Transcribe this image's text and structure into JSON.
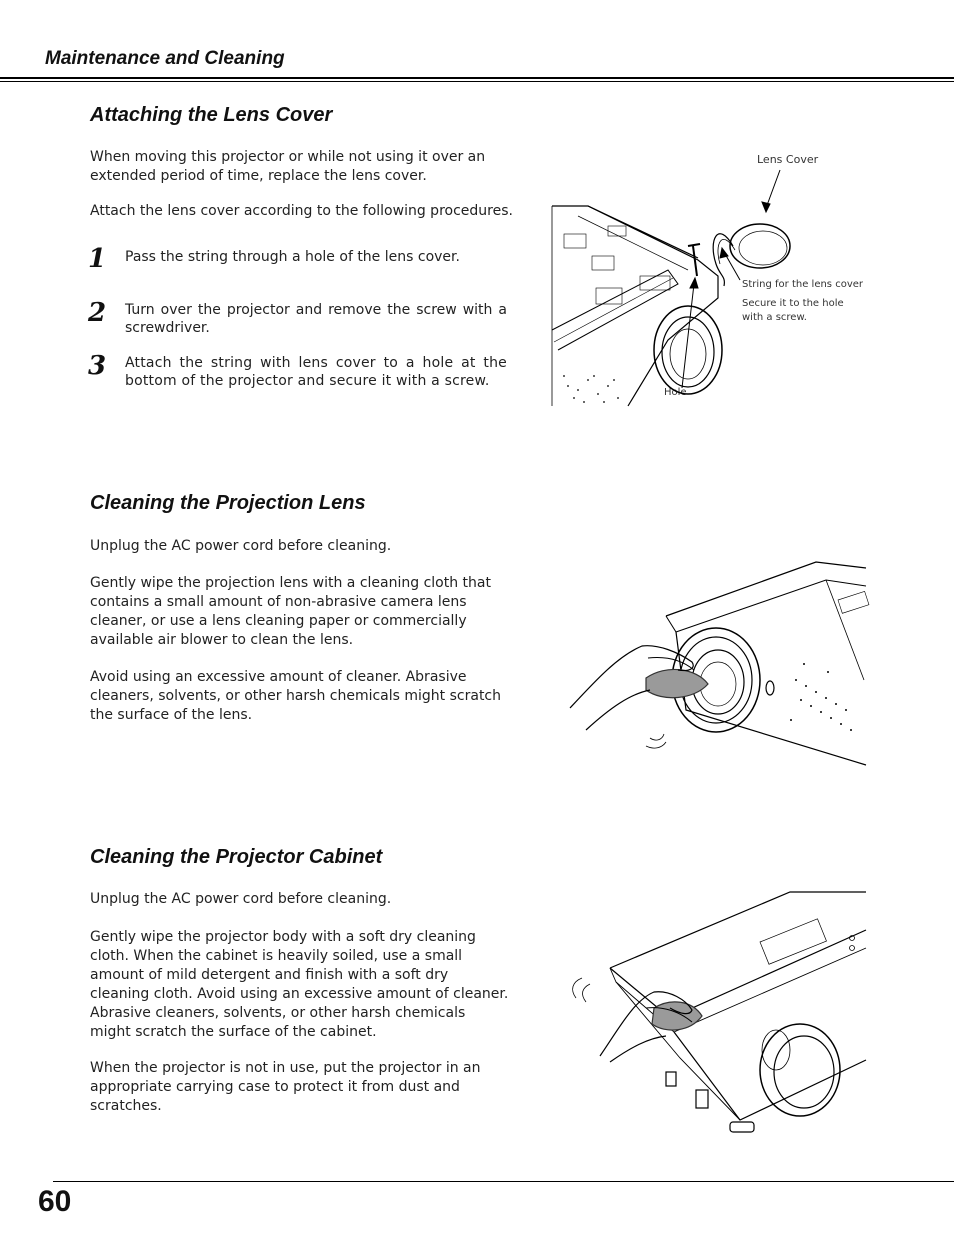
{
  "header": {
    "title": "Maintenance and Cleaning"
  },
  "lens_cover": {
    "title": "Attaching the Lens Cover",
    "intro1": "When moving this projector or while not using it over an extended period of time, replace the lens cover.",
    "intro2": "Attach the lens cover according to the following procedures.",
    "steps": [
      {
        "num": "1",
        "text": "Pass the string through a hole of the lens cover."
      },
      {
        "num": "2",
        "text": "Turn over the projector and remove the screw with a screwdriver."
      },
      {
        "num": "3",
        "text": "Attach the string with lens cover to a hole at the bottom of the projector and secure it with a screw."
      }
    ],
    "figure": {
      "label_lens_cover": "Lens Cover",
      "label_string": "String for the lens cover",
      "label_secure": "Secure it to the hole with a screw.",
      "label_hole": "Hole"
    }
  },
  "cleaning_lens": {
    "title": "Cleaning the Projection Lens",
    "p1": "Unplug the AC power cord before cleaning.",
    "p2": "Gently wipe the projection lens with a cleaning cloth that contains a small amount of non-abrasive camera lens cleaner, or use a lens cleaning paper or commercially available air blower to clean the lens.",
    "p3": "Avoid using an excessive amount of cleaner. Abrasive cleaners, solvents, or other harsh chemicals might scratch the surface of the lens."
  },
  "cleaning_cabinet": {
    "title": "Cleaning the Projector Cabinet",
    "p1": "Unplug the AC power cord before cleaning.",
    "p2": "Gently wipe the projector body with a soft dry cleaning cloth. When the cabinet is heavily soiled, use a small amount of mild detergent and finish with a soft dry cleaning cloth. Avoid using an excessive amount of cleaner. Abrasive cleaners, solvents, or other harsh chemicals might scratch the surface of the cabinet.",
    "p3": "When the projector is not in use, put the projector in an appropriate carrying case to protect it from dust and scratches."
  },
  "footer": {
    "page_number": "60"
  }
}
